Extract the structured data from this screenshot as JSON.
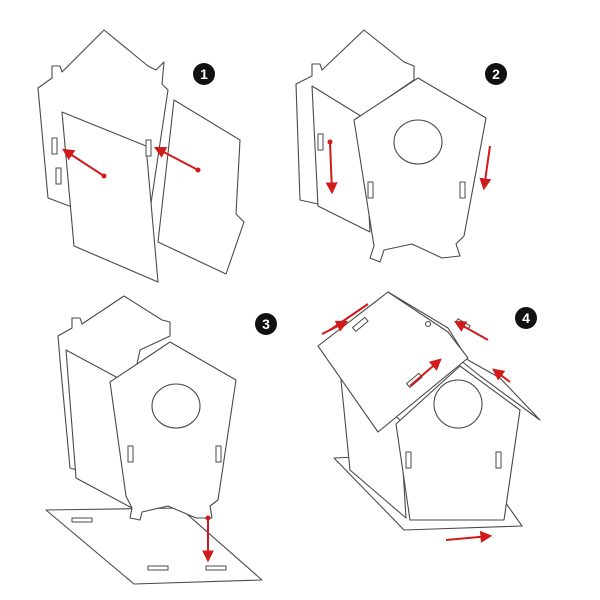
{
  "steps": [
    {
      "number": "1"
    },
    {
      "number": "2"
    },
    {
      "number": "3"
    },
    {
      "number": "4"
    }
  ],
  "colors": {
    "arrow": "#d11a1a",
    "outline": "#4a4a4a",
    "badge": "#111111",
    "background": "#ffffff"
  }
}
